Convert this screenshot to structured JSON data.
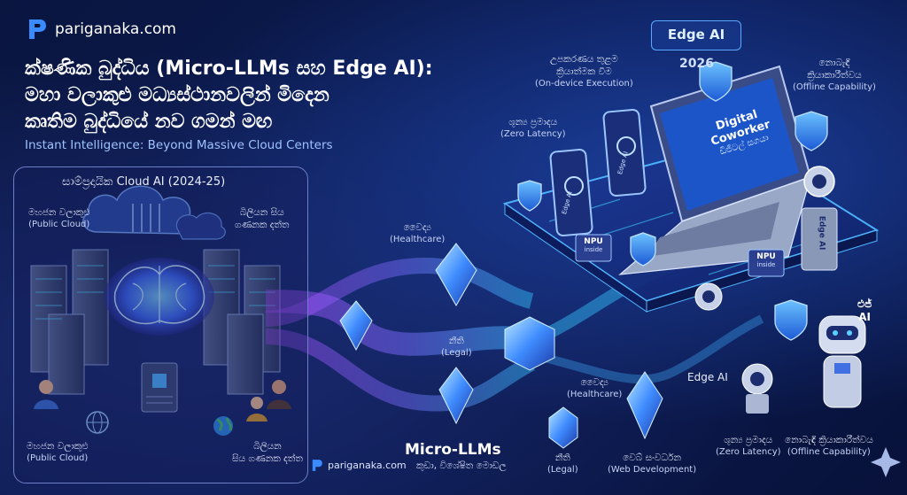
{
  "brand": {
    "name": "pariganaka.com"
  },
  "title": {
    "line1": "ක්ෂණික බුද්ධිය (Micro-LLMs සහ Edge AI):",
    "line2": "මහා වලාකුළු මධ්‍යස්ථානවලින් මිදෙන",
    "line3": "කෘතිම බුද්ධියේ නව ගමන් මඟ",
    "subtitle": "Instant Intelligence: Beyond Massive Cloud Centers"
  },
  "panel": {
    "title": "සාම්ප්‍රදායික Cloud AI (2024-25)",
    "public_cloud_top": {
      "si": "මහජන වලාකුළු",
      "en": "(Public Cloud)"
    },
    "billions_top": {
      "si": "බිලියන සිය",
      "si2": "ගණනක දත්ත"
    },
    "public_cloud_bottom": {
      "si": "මහජන වලාකුළු",
      "en": "(Public Cloud)"
    },
    "billions_bottom": {
      "si": "බිලියන",
      "si2": "සිය ගණනක දත්ත"
    }
  },
  "flow": {
    "healthcare_top": {
      "si": "වෛද්‍ය",
      "en": "(Healthcare)"
    },
    "legal_mid": {
      "si": "නීති",
      "en": "(Legal)"
    },
    "healthcare_bottom": {
      "si": "වෛද්‍ය",
      "en": "(Healthcare)"
    },
    "legal_bottom": {
      "si": "නීති",
      "en": "(Legal)"
    },
    "webdev": {
      "si": "වෙබ් සංවර්ධන",
      "en": "(Web Development)"
    },
    "micro_llms": "Micro-LLMs",
    "micro_llms_sub": "කුඩා, විශේෂිත මොඩල"
  },
  "edge": {
    "badge": "Edge AI",
    "year": "2026",
    "on_device": {
      "si": "උපකරණය තුළම",
      "si2": "ක්‍රියාත්මක වීම",
      "en": "(On-device Execution)"
    },
    "offline_top": {
      "si": "නොබැඳි",
      "si2": "ක්‍රියාකාරීත්වය",
      "en": "(Offline Capability)"
    },
    "zero_latency_top": {
      "si": "ශුන්‍ය ප්‍රමාදය",
      "en": "(Zero Latency)"
    },
    "laptop_screen": {
      "l1": "Digital",
      "l2": "Coworker",
      "l3": "ඩිජිටල් සගයා"
    },
    "phone1": "Edge AI",
    "phone2": "Edge AI",
    "npu1": "NPU",
    "npu1_sub": "inside",
    "npu2": "NPU",
    "npu2_sub": "inside",
    "robot_box": "Edge AI",
    "edge_ai_label": "Edge AI",
    "edge_ai_top": {
      "l1": "එජ්",
      "l2": "AI"
    },
    "zero_latency_bottom": {
      "si": "ශුන්‍ය ප්‍රමාදය",
      "en": "(Zero Latency)"
    },
    "offline_bottom": {
      "si": "නොබැඳි ක්‍රියාකාරීත්වය",
      "en": "(Offline Capability)"
    }
  },
  "footer": {
    "brand": "pariganaka.com"
  },
  "colors": {
    "bg": "#0a1640",
    "accent_blue": "#3fa0ff",
    "accent_purple": "#9b4dff",
    "panel_border": "#6d7fc7"
  }
}
